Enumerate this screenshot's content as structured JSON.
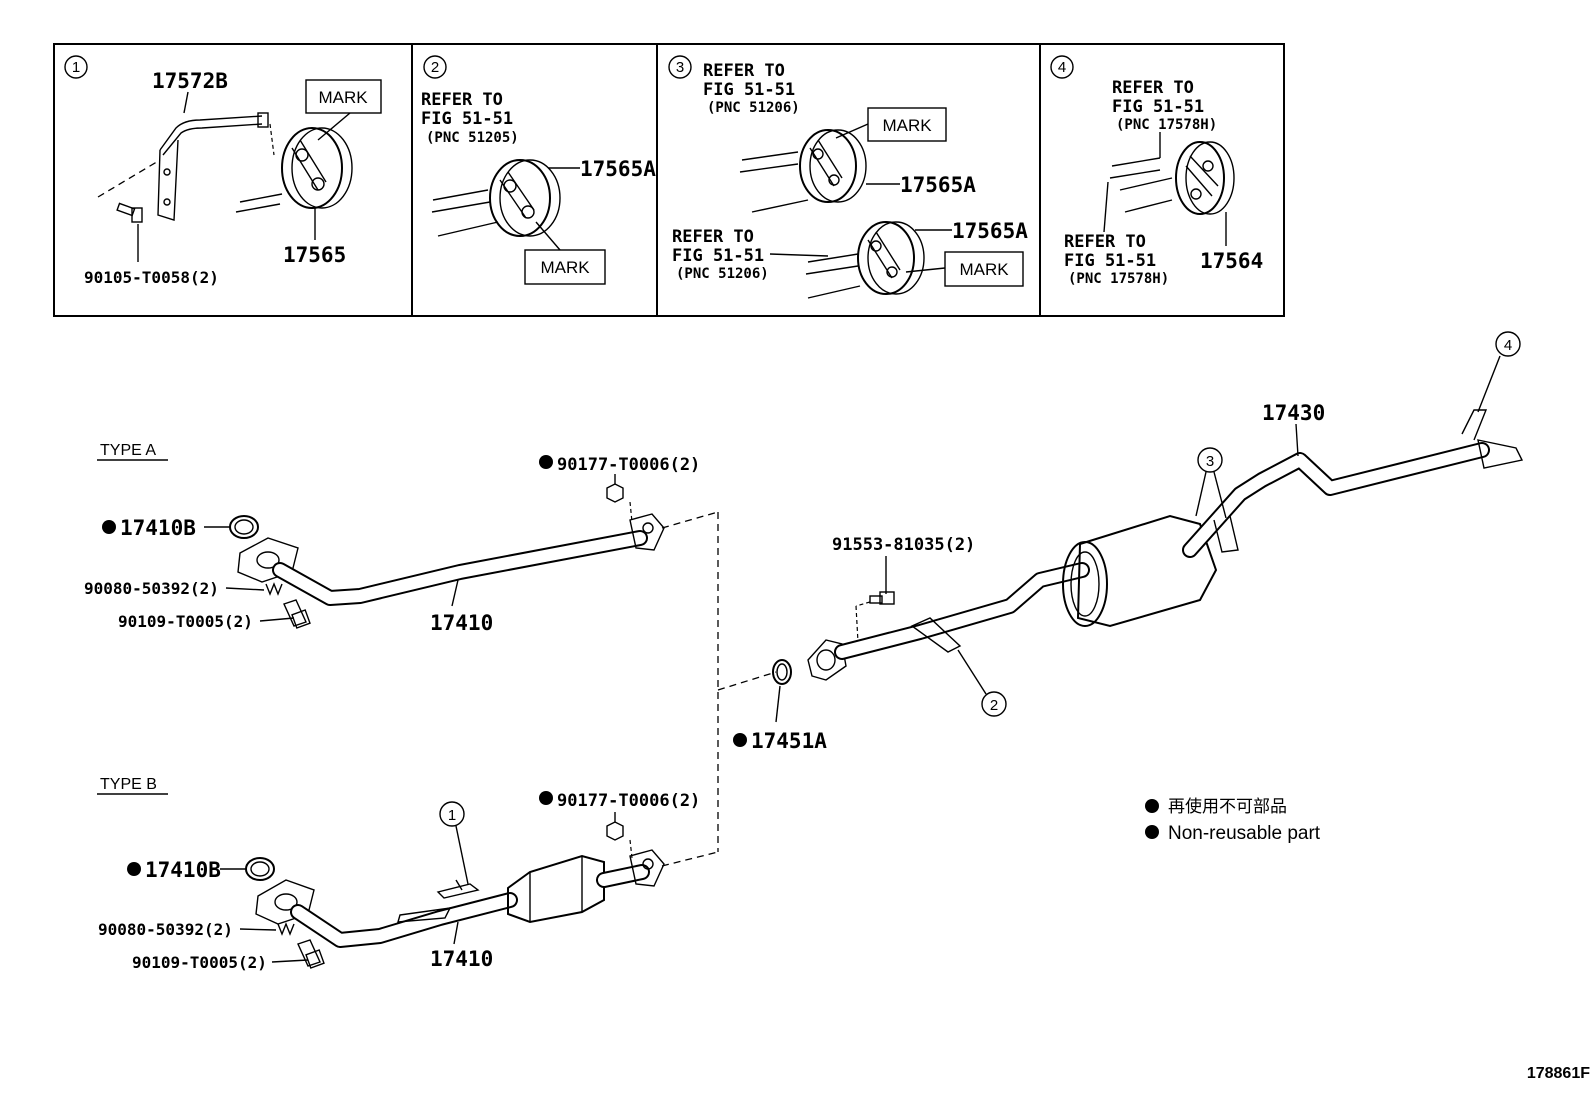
{
  "insets": [
    {
      "num": "1",
      "parts": [
        "17572B",
        "17565",
        "90105-T0058(2)"
      ],
      "mark": "MARK"
    },
    {
      "num": "2",
      "refer": [
        "REFER TO",
        "FIG 51-51",
        "(PNC 51205)"
      ],
      "part": "17565A",
      "mark": "MARK"
    },
    {
      "num": "3",
      "refer_top": [
        "REFER TO",
        "FIG 51-51",
        "(PNC 51206)"
      ],
      "refer_bottom": [
        "REFER TO",
        "FIG 51-51",
        "(PNC 51206)"
      ],
      "part_a": "17565A",
      "part_b": "17565A",
      "mark_a": "MARK",
      "mark_b": "MARK"
    },
    {
      "num": "4",
      "refer_top": [
        "REFER TO",
        "FIG 51-51",
        "(PNC 17578H)"
      ],
      "refer_bottom": [
        "REFER TO",
        "FIG 51-51",
        "(PNC 17578H)"
      ],
      "part": "17564"
    }
  ],
  "type_a": {
    "label": "TYPE A",
    "parts": {
      "gasket": "17410B",
      "spring": "90080-50392(2)",
      "bolt": "90109-T0005(2)",
      "pipe": "17410",
      "nut": "90177-T0006(2)"
    }
  },
  "type_b": {
    "label": "TYPE B",
    "callout": "1",
    "parts": {
      "gasket": "17410B",
      "spring": "90080-50392(2)",
      "bolt": "90109-T0005(2)",
      "pipe": "17410",
      "nut": "90177-T0006(2)"
    }
  },
  "main": {
    "ring": "17451A",
    "bolt": "91553-81035(2)",
    "tail": "17430",
    "callouts": [
      "2",
      "3",
      "4"
    ]
  },
  "legend": {
    "jp": "再使用不可部品",
    "en": "Non-reusable part"
  },
  "figure_id": "178861F"
}
